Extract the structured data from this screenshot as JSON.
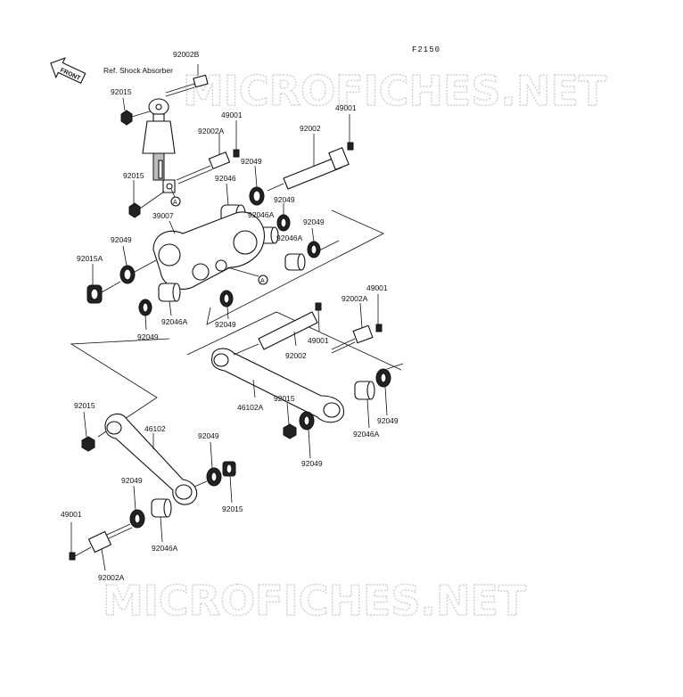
{
  "diagram": {
    "code": "F2150",
    "front_label": "FRONT",
    "ref_label": "Ref. Shock Absorber",
    "ref_marker": "A",
    "watermark": "MICROFICHES.NET",
    "parts": [
      {
        "id": "92002B"
      },
      {
        "id": "92015"
      },
      {
        "id": "49001"
      },
      {
        "id": "92002A"
      },
      {
        "id": "92002"
      },
      {
        "id": "92049"
      },
      {
        "id": "92046"
      },
      {
        "id": "92046A"
      },
      {
        "id": "39007"
      },
      {
        "id": "92015A"
      },
      {
        "id": "46102"
      },
      {
        "id": "46102A"
      }
    ]
  }
}
